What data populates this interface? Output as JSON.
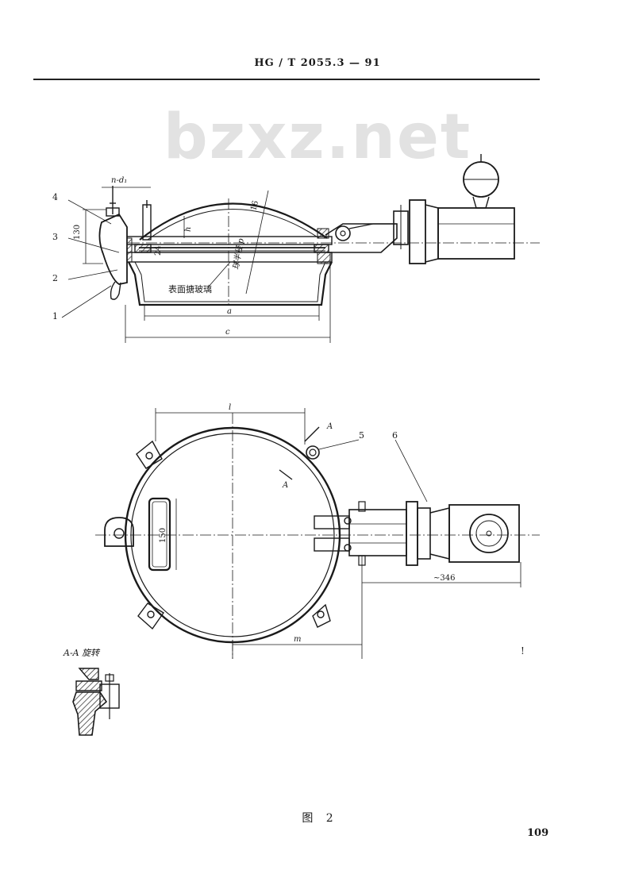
{
  "header": {
    "standard_code": "HG / T 2055.3 — 91"
  },
  "watermark": {
    "text": "bzxz.net"
  },
  "top_view": {
    "bolt_label": "n-d₁",
    "dim_height": "130",
    "dim_thickness": "24",
    "dim_depth": "h",
    "dim_plate": "16",
    "glass_label": "表面搪玻璃",
    "sphere_label": "球半径 p",
    "dim_a": "a",
    "dim_c": "c",
    "part_numbers": [
      "4",
      "3",
      "2",
      "1"
    ]
  },
  "plan_view": {
    "dim_l": "l",
    "dim_150": "150",
    "dim_346": "~346",
    "dim_m": "m",
    "section_mark": "A",
    "part_5": "5",
    "part_6": "6"
  },
  "section": {
    "label": "A-A 旋转"
  },
  "caption": {
    "figure_word": "图",
    "figure_number": "2"
  },
  "page": {
    "number": "109"
  }
}
